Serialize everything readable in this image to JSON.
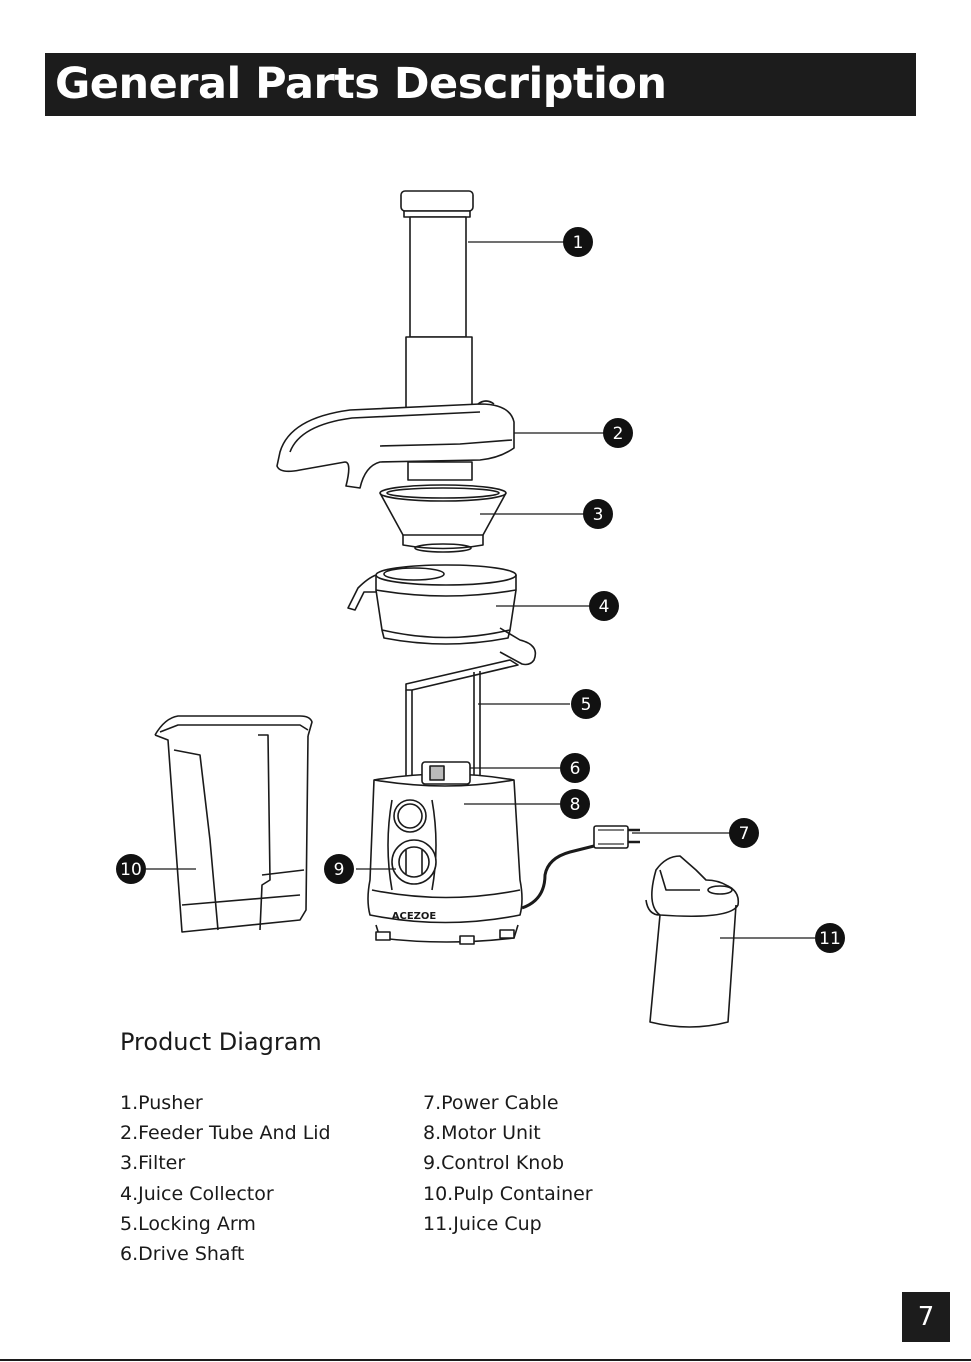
{
  "header": {
    "title": "General Parts Description"
  },
  "diagram": {
    "callouts": [
      "1",
      "2",
      "3",
      "4",
      "5",
      "6",
      "7",
      "8",
      "9",
      "10",
      "11"
    ],
    "brand": "ACEZOE"
  },
  "section": {
    "title": "Product Diagram"
  },
  "parts_col1": [
    "1.Pusher",
    "2.Feeder Tube And Lid",
    "3.Filter",
    "4.Juice Collector",
    "5.Locking Arm",
    "6.Drive Shaft"
  ],
  "parts_col2": [
    "7.Power Cable",
    "8.Motor Unit",
    "9.Control Knob",
    "10.Pulp Container",
    "11.Juice Cup"
  ],
  "footer": {
    "page_number": "7"
  },
  "colors": {
    "dark": "#1c1c1c",
    "line": "#1a1a1a",
    "paper": "#ffffff"
  }
}
